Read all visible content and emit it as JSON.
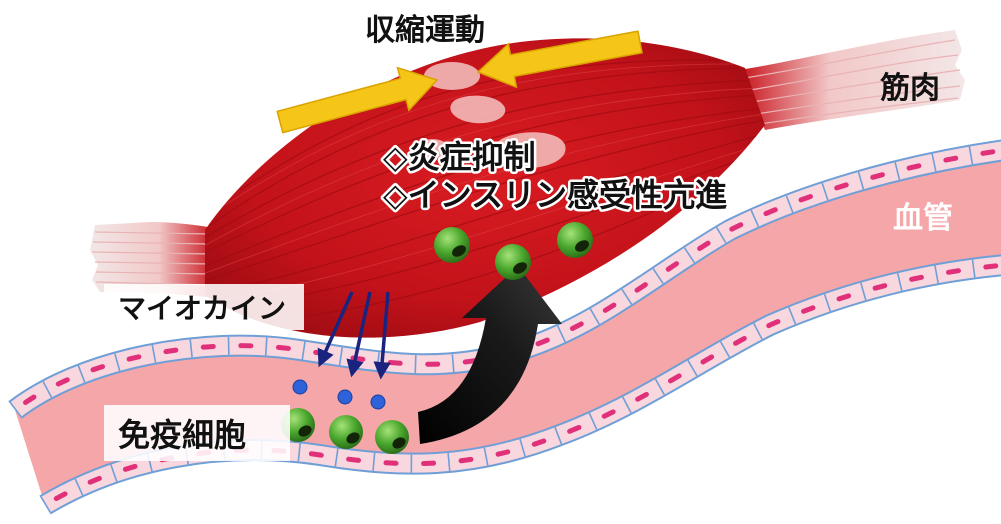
{
  "labels": {
    "title": "収縮運動",
    "muscle": "筋肉",
    "effect_1": "◇炎症抑制",
    "effect_2": "◇インスリン感受性亢進",
    "vessel": "血管",
    "myokine": "マイオカイン",
    "immune_cell": "免疫細胞"
  },
  "colors": {
    "muscle": "#c8141c",
    "vessel_interior": "#f5a6a8",
    "vessel_wall_outline": "#6f9fd6",
    "vessel_wall_fill": "#f8d7de",
    "cell_nucleus": "#e0307a",
    "contraction_arrow": "#f5c518",
    "myokine_arrow": "#1a237e",
    "myokine_dot": "#2d62d8",
    "immune_cell": "#4ba82e",
    "migration_arrow": "#000000"
  },
  "icons": {
    "contraction": "yellow-arrow-icon",
    "myokine_release": "navy-arrow-icon",
    "migration": "black-curved-arrow-icon"
  }
}
